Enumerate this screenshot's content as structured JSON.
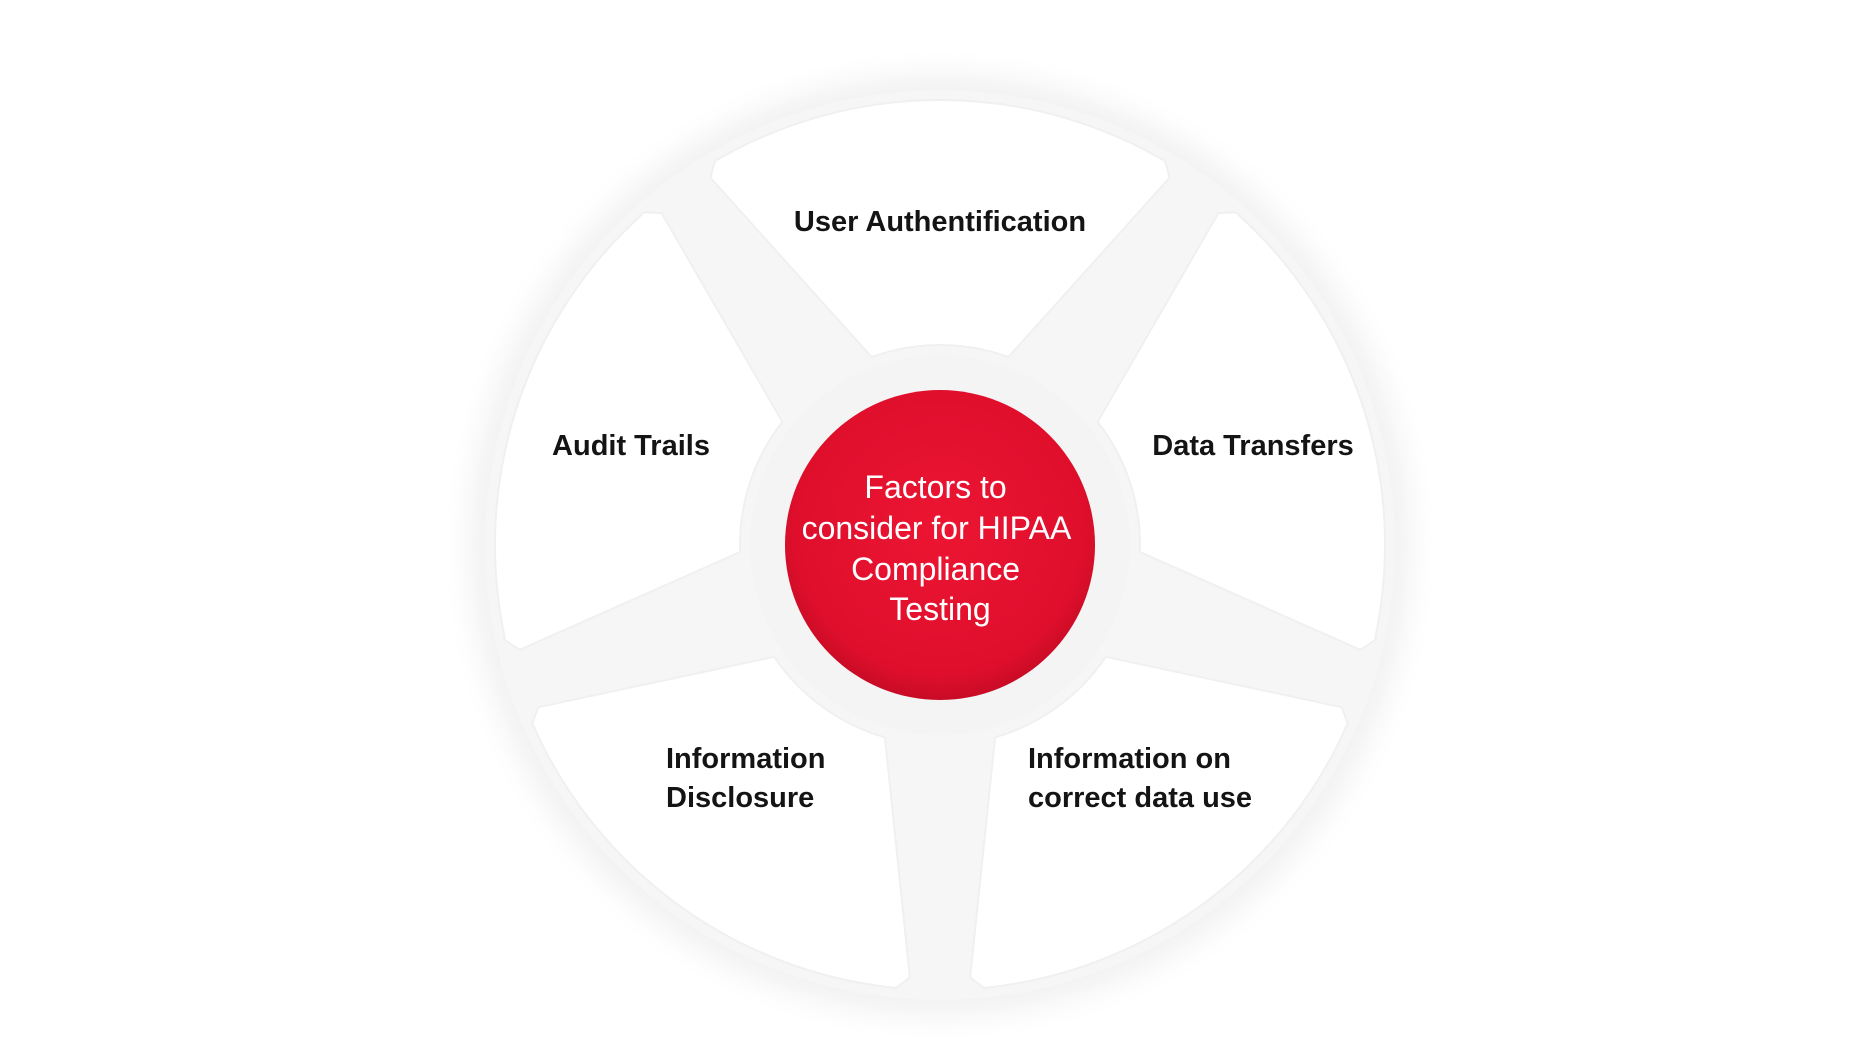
{
  "diagram": {
    "center": {
      "lines": [
        "Factors to",
        "consider for HIPAA",
        "Compliance",
        "Testing"
      ]
    },
    "factors": [
      {
        "id": "user-authentification",
        "lines": [
          "User Authentification"
        ]
      },
      {
        "id": "data-transfers",
        "lines": [
          "Data Transfers"
        ]
      },
      {
        "id": "information-on-correct-data-use",
        "lines": [
          "Information on",
          "correct data use"
        ]
      },
      {
        "id": "information-disclosure",
        "lines": [
          "Information",
          "Disclosure"
        ]
      },
      {
        "id": "audit-trails",
        "lines": [
          "Audit Trails"
        ]
      }
    ]
  },
  "colors": {
    "background": "#ffffff",
    "petal_fill": "#ffffff",
    "ring_shadow": "#eeeeee",
    "center_fill": "#e0102d",
    "center_text": "#ffffff",
    "label_text": "#141414"
  }
}
